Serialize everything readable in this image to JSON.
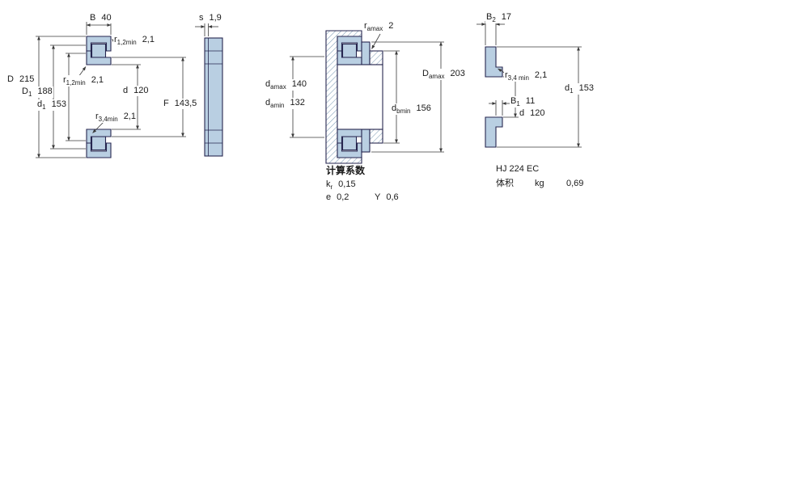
{
  "colors": {
    "part_fill": "#b9cfe2",
    "outline": "#26264f",
    "dim_line": "#3a3a3a",
    "text": "#1a1a1a"
  },
  "views": {
    "section": {
      "b": {
        "sym": "B",
        "val": "40"
      },
      "r12_top": {
        "sym": "r",
        "sub": "1,2min",
        "val": "2,1"
      },
      "D": {
        "sym": "D",
        "val": "215"
      },
      "D1": {
        "sym": "D",
        "sub": "1",
        "val": "188"
      },
      "r12_left": {
        "sym": "r",
        "sub": "1,2min",
        "val": "2,1"
      },
      "d1": {
        "sym": "d",
        "sub": "1",
        "val": "153"
      },
      "d": {
        "sym": "d",
        "val": "120"
      },
      "r34": {
        "sym": "r",
        "sub": "3,4min",
        "val": "2,1"
      },
      "F": {
        "sym": "F",
        "val": "143,5"
      }
    },
    "profile": {
      "s": {
        "sym": "s",
        "val": "1,9"
      }
    },
    "mounting": {
      "ra": {
        "sym": "r",
        "sub": "amax",
        "val": "2"
      },
      "da_max": {
        "sym": "d",
        "sub": "amax",
        "val": "140"
      },
      "da_min": {
        "sym": "d",
        "sub": "amin",
        "val": "132"
      },
      "Da_max": {
        "sym": "D",
        "sub": "amax",
        "val": "203"
      },
      "db_min": {
        "sym": "d",
        "sub": "bmin",
        "val": "156"
      }
    },
    "angle_ring": {
      "B2": {
        "sym": "B",
        "sub": "2",
        "val": "17"
      },
      "r34": {
        "sym": "r",
        "sub": "3,4 min",
        "val": "2,1"
      },
      "d1": {
        "sym": "d",
        "sub": "1",
        "val": "153"
      },
      "B1": {
        "sym": "B",
        "sub": "1",
        "val": "11"
      },
      "d": {
        "sym": "d",
        "val": "120"
      }
    }
  },
  "calculation_factors": {
    "heading": "计算系数",
    "kr": {
      "sym": "k",
      "sub": "r",
      "val": "0,15"
    },
    "e": {
      "sym": "e",
      "val": "0,2"
    },
    "Y": {
      "sym": "Y",
      "val": "0,6"
    }
  },
  "angle_ring_info": {
    "designation": "HJ 224 EC",
    "mass_label": "体积",
    "mass_unit": "kg",
    "mass_value": "0,69"
  }
}
